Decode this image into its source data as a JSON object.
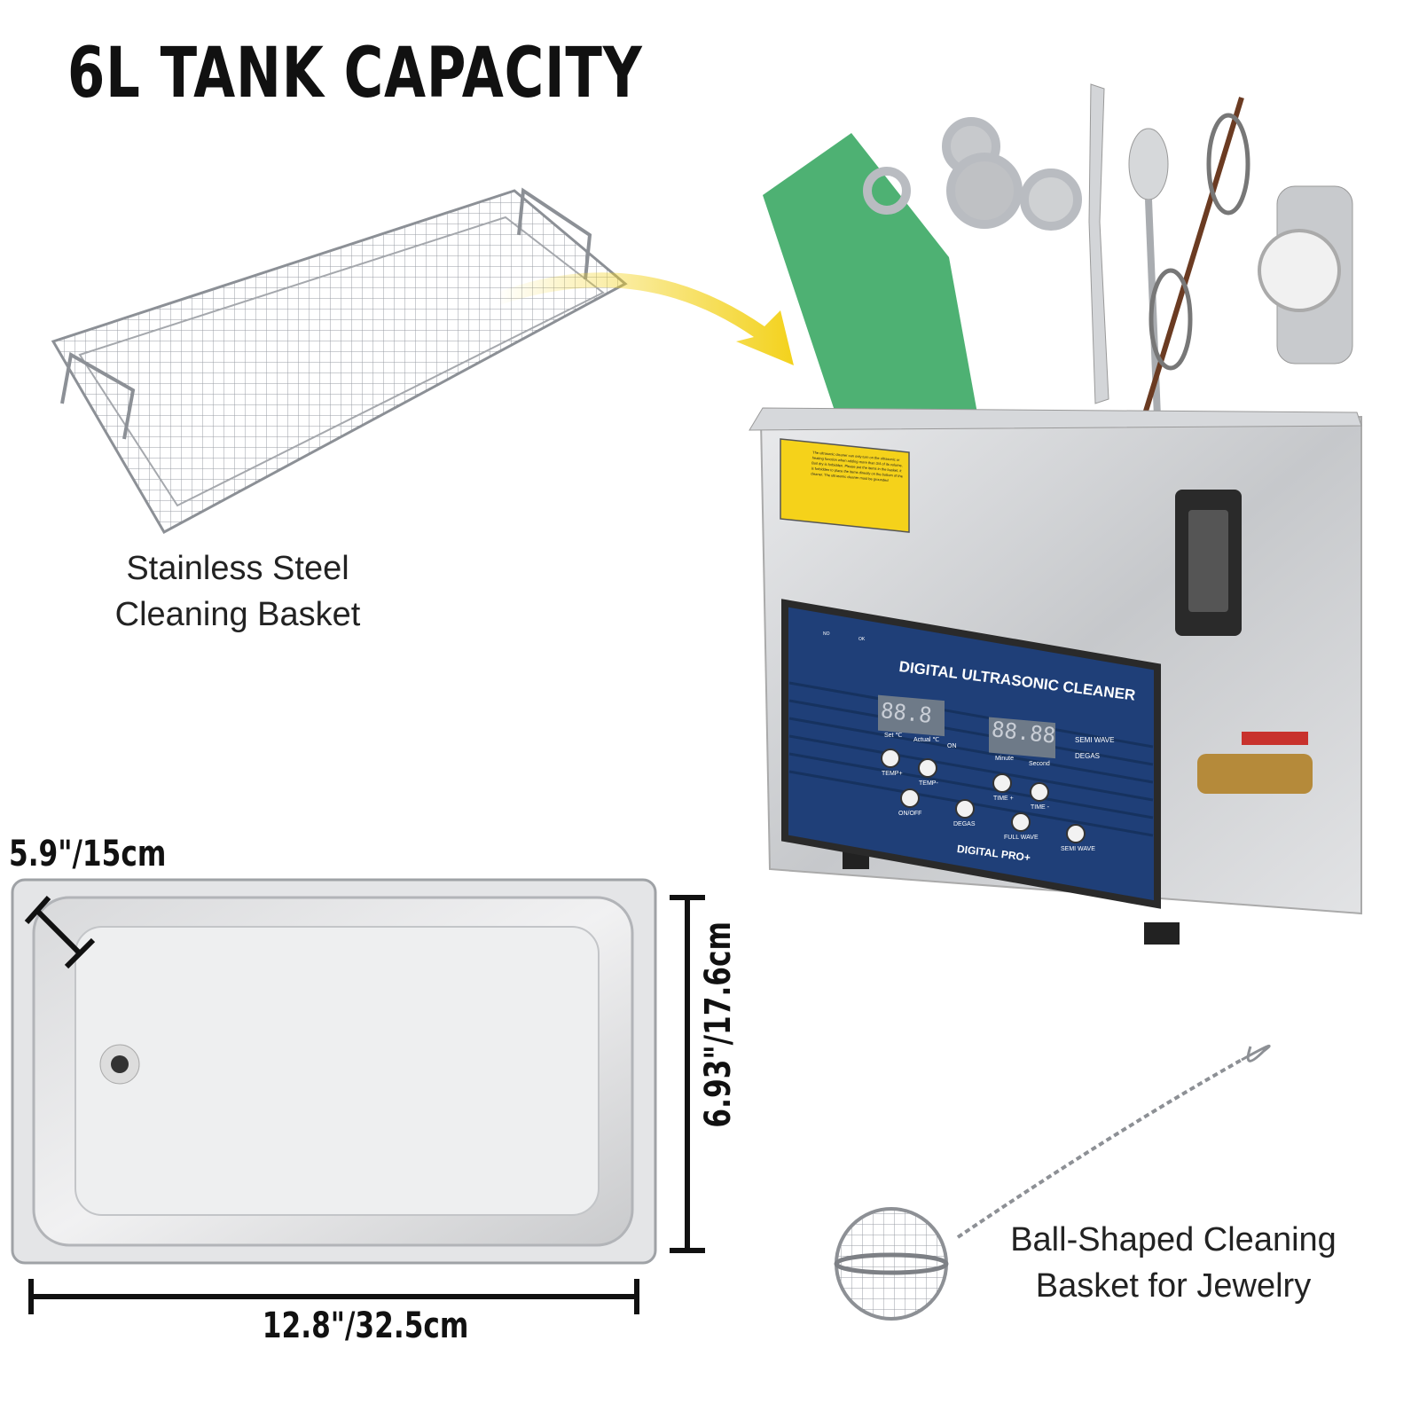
{
  "title": "6L TANK CAPACITY",
  "basket_caption": {
    "line1": "Stainless Steel",
    "line2": "Cleaning Basket"
  },
  "jewelry_caption": {
    "line1": "Ball-Shaped Cleaning",
    "line2": "Basket for Jewelry"
  },
  "dimensions": {
    "depth": "5.9\"/15cm",
    "height": "6.93\"/17.6cm",
    "length": "12.8\"/32.5cm"
  },
  "panel": {
    "heading": "DIGITAL ULTRASONIC CLEANER",
    "brand": "DIGITAL PRO+",
    "temp_display": "88.8",
    "time_display": "88.88",
    "set_label": "Set ℃",
    "actual_label": "Actual ℃",
    "on_label": "ON",
    "minute_label": "Minute",
    "second_label": "Second",
    "semi_wave_indicator": "SEMI WAVE",
    "degas_indicator": "DEGAS",
    "buttons": [
      "TEMP+",
      "TEMP-",
      "ON/OFF",
      "TIME +",
      "TIME -",
      "DEGAS",
      "FULL WAVE",
      "SEMI WAVE"
    ],
    "basket_icons": [
      "NO",
      "OK"
    ]
  },
  "warning_label": "The ultrasonic cleaner can only turn on the ultrasonic or heating function when adding more than 3/4 of its volume. Boil dry is forbidden. Please put the items in the basket, it is forbidden to place the items directly on the bottom of the cleaner. The ultrasonic cleaner must be grounded",
  "colors": {
    "panel_blue": "#1f3f78",
    "label_yellow": "#f5d21a",
    "arrow_yellow": "#f3d21c",
    "steel": "#c9cbce"
  }
}
